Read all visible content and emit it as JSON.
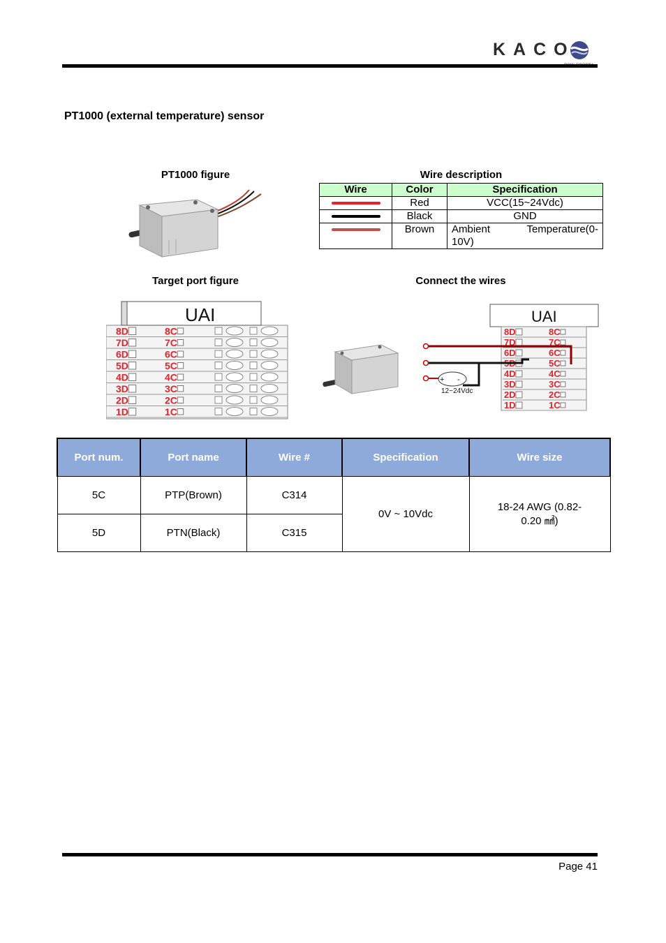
{
  "header": {
    "logo_text": "KACO",
    "logo_tagline": "new energy."
  },
  "section_heading": "PT1000 (external temperature) sensor",
  "figures": {
    "pt1000_caption": "PT1000 figure",
    "wire_description_caption": "Wire description",
    "target_port_caption": "Target port figure",
    "connect_wires_caption": "Connect the wires",
    "uai_label": "UAI",
    "supply_label": "12~24Vdc",
    "supply_plus": "+",
    "supply_minus": "-",
    "port_labels_d": [
      "8D",
      "7D",
      "6D",
      "5D",
      "4D",
      "3D",
      "2D",
      "1D"
    ],
    "port_labels_c": [
      "8C",
      "7C",
      "6C",
      "5C",
      "4C",
      "3C",
      "2C",
      "1C"
    ]
  },
  "wire_table": {
    "headers": [
      "Wire",
      "Color",
      "Specification"
    ],
    "rows": [
      {
        "color": "Red",
        "spec": "VCC(15~24Vdc)",
        "line_color": "#e8202a"
      },
      {
        "color": "Black",
        "spec": "GND",
        "line_color": "#000000"
      },
      {
        "color": "Brown",
        "spec_left": "Ambient",
        "spec_right": "Temperature(0-",
        "spec_line2": "10V)",
        "line_color": "#c0504d"
      }
    ]
  },
  "port_table": {
    "headers": [
      "Port num.",
      "Port name",
      "Wire #",
      "Specification",
      "Wire size"
    ],
    "rows": [
      {
        "port_num": "5C",
        "port_name": "PTP(Brown)",
        "wire": "C314"
      },
      {
        "port_num": "5D",
        "port_name": "PTN(Black)",
        "wire": "C315"
      }
    ],
    "specification": "0V ~ 10Vdc",
    "wire_size_line1": "18-24 AWG (0.82-",
    "wire_size_line2": "0.20 ㎟)"
  },
  "footer": {
    "page": "Page 41"
  }
}
